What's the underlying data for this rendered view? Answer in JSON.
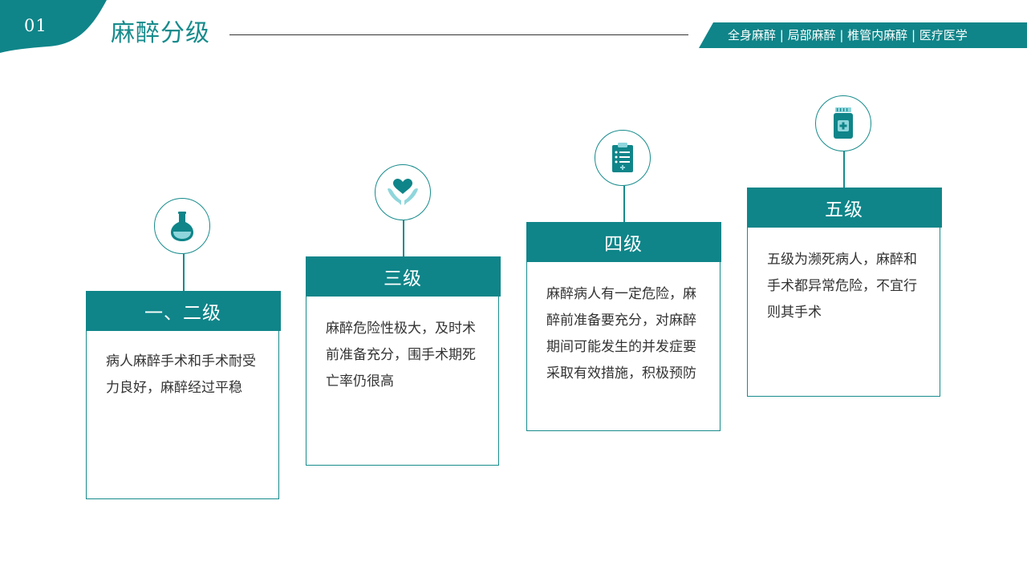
{
  "header": {
    "number": "01",
    "title": "麻醉分级",
    "tags": "全身麻醉 | 局部麻醉 | 椎管内麻醉 | 医疗医学"
  },
  "colors": {
    "primary": "#0f8589",
    "accent": "#178b8c",
    "text": "#333333"
  },
  "levels": [
    {
      "icon": "flask-icon",
      "title": "一、二级",
      "text": "病人麻醉手术和手术耐受力良好，麻醉经过平稳"
    },
    {
      "icon": "heart-hands-icon",
      "title": "三级",
      "text": "麻醉危险性极大，及时术前准备充分，围手术期死亡率仍很高"
    },
    {
      "icon": "clipboard-icon",
      "title": "四级",
      "text": "麻醉病人有一定危险，麻醉前准备要充分，对麻醉期间可能发生的并发症要采取有效措施，积极预防"
    },
    {
      "icon": "medicine-bottle-icon",
      "title": "五级",
      "text": "五级为濒死病人，麻醉和手术都异常危险，不宜行则其手术"
    }
  ]
}
